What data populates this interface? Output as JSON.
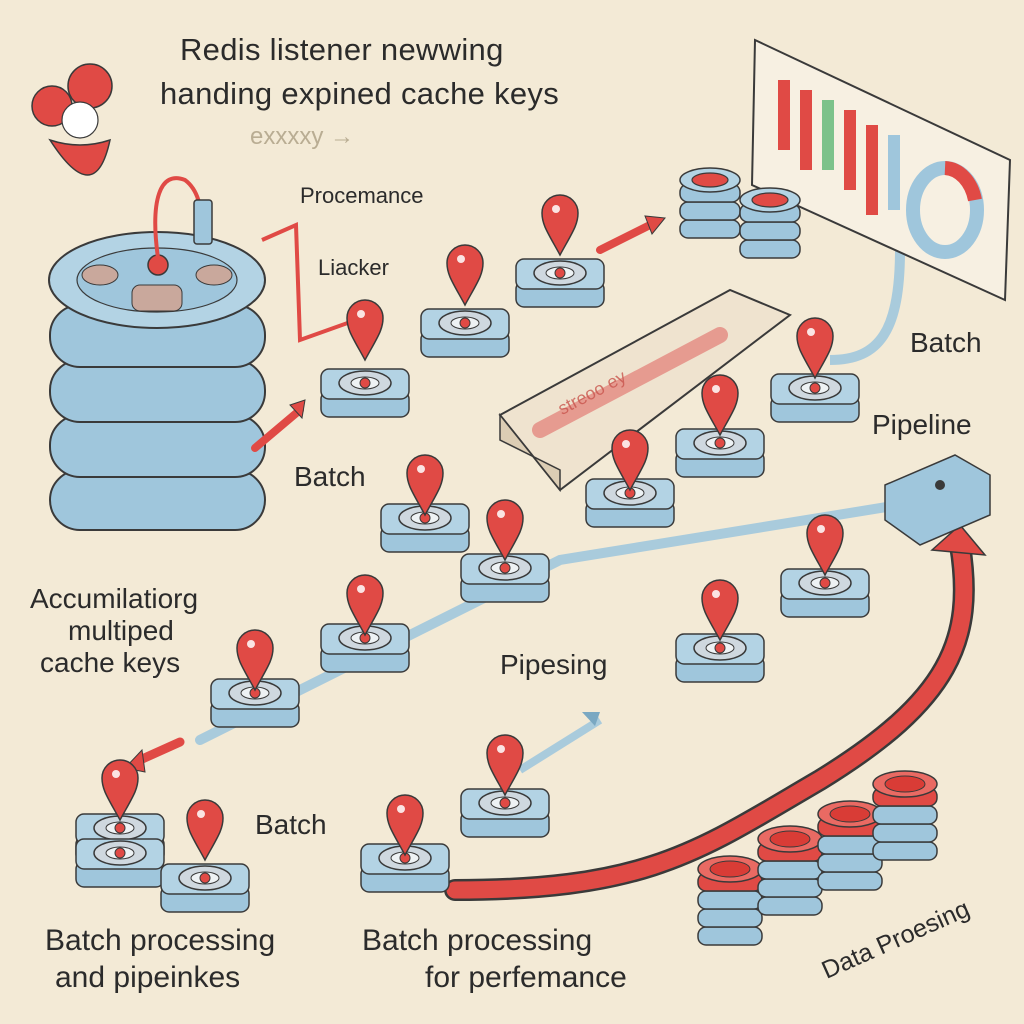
{
  "title": {
    "line1": "Redis listener newwing",
    "line2": "handing expined cache keys",
    "faded": "exxxxy →"
  },
  "labels": {
    "procemance": "Procemance",
    "liacker": "Liacker",
    "batch_top_right": "Batch",
    "pipeline": "Pipeline",
    "batch_left": "Batch",
    "accumulation": "Accumilatiorg",
    "multipled": "multiped",
    "cache_keys": "cache keys",
    "pipesing": "Pipesing",
    "batch_bottom": "Batch",
    "caption_left_1": "Batch processing",
    "caption_left_2": "and pipeinkes",
    "caption_mid_1": "Batch processing",
    "caption_mid_2": "for perfemance",
    "data_processing": "Data Proesing",
    "tray_text": "streoo ey"
  },
  "colors": {
    "background": "#f3ead6",
    "blue_block": "#9fc6dc",
    "blue_block_dark": "#7aa8c2",
    "red_accent": "#e04a45",
    "outline": "#3a3a3a"
  }
}
